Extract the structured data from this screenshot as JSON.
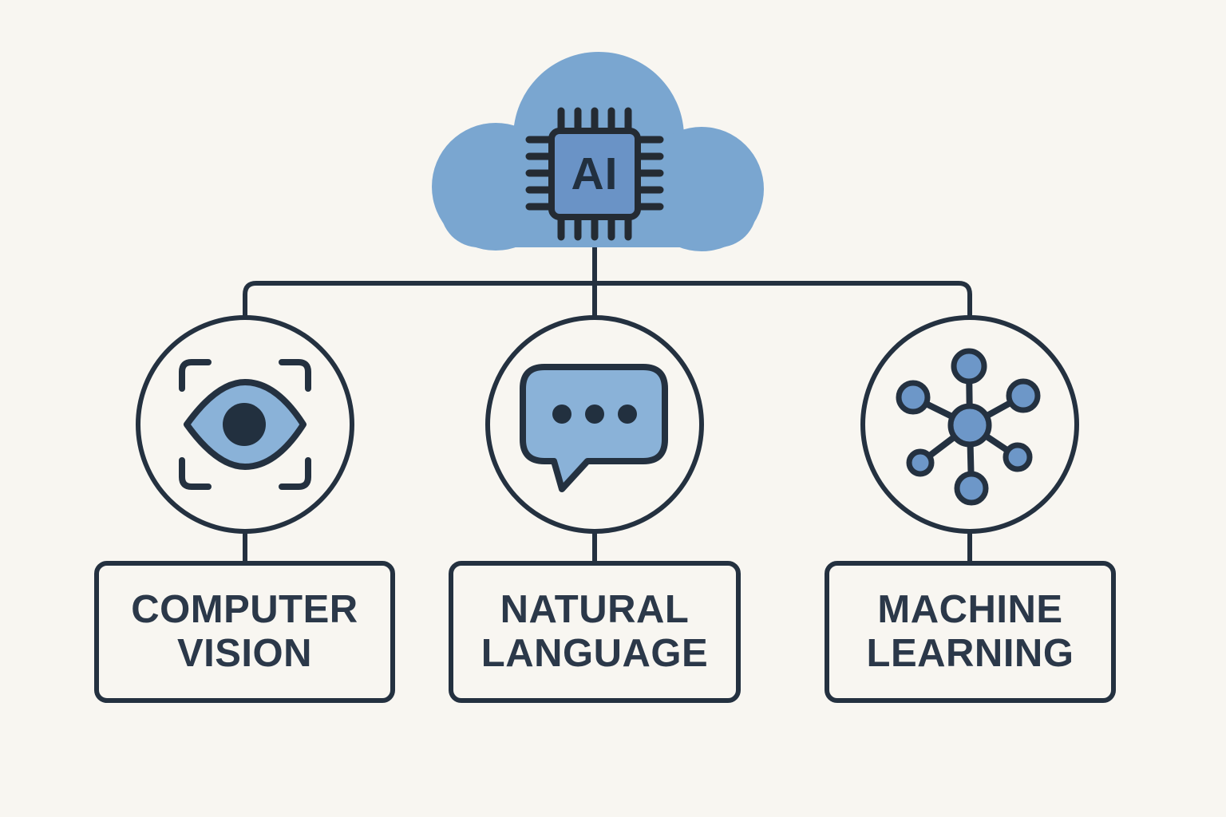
{
  "colors": {
    "bg": "#f8f6f1",
    "outline": "#243140",
    "cloud": "#7aa6d0",
    "chip": "#6a93c6",
    "chip-outline": "#242b33",
    "icon-blue": "#8ab2d8",
    "node-blue": "#6d97c8",
    "dark": "#22303f",
    "text": "#2b3849"
  },
  "root": {
    "chip_label": "AI",
    "icon": "ai-chip-cloud-icon"
  },
  "branches": [
    {
      "id": "computer-vision",
      "icon": "eye-scan-icon",
      "label_line1": "COMPUTER",
      "label_line2": "VISION"
    },
    {
      "id": "natural-language",
      "icon": "chat-bubble-icon",
      "label_line1": "NATURAL",
      "label_line2": "LANGUAGE"
    },
    {
      "id": "machine-learning",
      "icon": "network-nodes-icon",
      "label_line1": "MACHINE",
      "label_line2": "LEARNING"
    }
  ]
}
